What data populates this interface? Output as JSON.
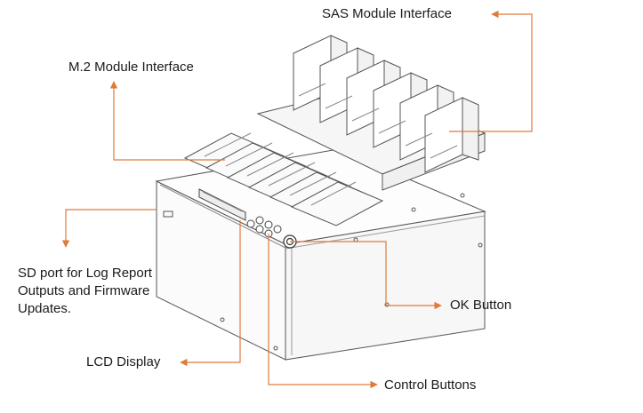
{
  "diagram": {
    "accent_color": "#e07a3a",
    "line_color": "#555555",
    "labels": {
      "sas": "SAS Module Interface",
      "m2": "M.2 Module Interface",
      "sd_line1": "SD port for Log Report",
      "sd_line2": "Outputs and Firmware",
      "sd_line3": "Updates.",
      "ok": "OK Button",
      "lcd": "LCD Display",
      "control": "Control Buttons"
    }
  }
}
